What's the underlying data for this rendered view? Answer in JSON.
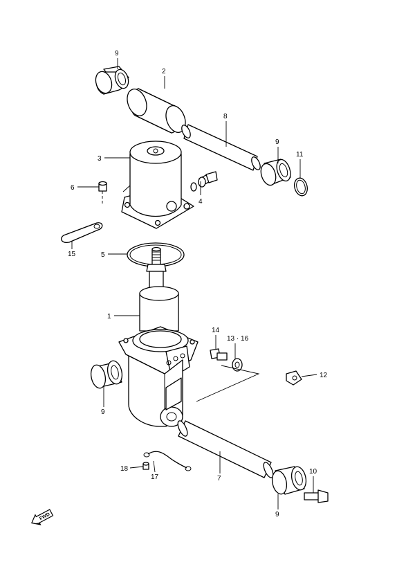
{
  "callouts": [
    {
      "id": "c9a",
      "text": "9"
    },
    {
      "id": "c2",
      "text": "2"
    },
    {
      "id": "c8",
      "text": "8"
    },
    {
      "id": "c9b",
      "text": "9"
    },
    {
      "id": "c11",
      "text": "11"
    },
    {
      "id": "c3",
      "text": "3"
    },
    {
      "id": "c6",
      "text": "6"
    },
    {
      "id": "c4",
      "text": "4"
    },
    {
      "id": "c15",
      "text": "15"
    },
    {
      "id": "c5",
      "text": "5"
    },
    {
      "id": "c1",
      "text": "1"
    },
    {
      "id": "c14",
      "text": "14"
    },
    {
      "id": "c1316",
      "text": "13 · 16"
    },
    {
      "id": "c12",
      "text": "12"
    },
    {
      "id": "c9c",
      "text": "9"
    },
    {
      "id": "c7",
      "text": "7"
    },
    {
      "id": "c18",
      "text": "18"
    },
    {
      "id": "c17",
      "text": "17"
    },
    {
      "id": "c10",
      "text": "10"
    },
    {
      "id": "c9d",
      "text": "9"
    }
  ],
  "fwd_badge": {
    "text": "FWD",
    "icon": "forward-arrow-icon"
  },
  "colors": {
    "line": "#000000",
    "background": "#ffffff"
  }
}
